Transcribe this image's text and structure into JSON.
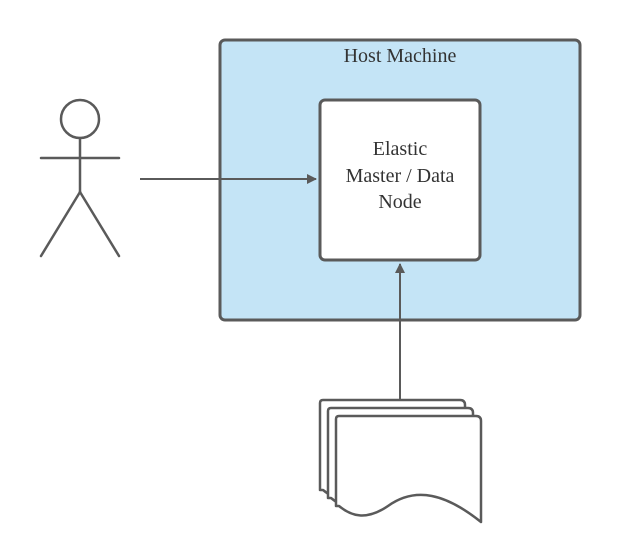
{
  "host": {
    "label": "Host Machine"
  },
  "node": {
    "lines": [
      "Elastic",
      "Master / Data",
      "Node"
    ]
  },
  "colors": {
    "host_fill": "#c4e4f6",
    "node_fill": "#ffffff",
    "stroke": "#5a5a5a",
    "text": "#333333"
  },
  "icons": {
    "user": "stick-figure-icon",
    "documents": "multiple-documents-icon"
  }
}
